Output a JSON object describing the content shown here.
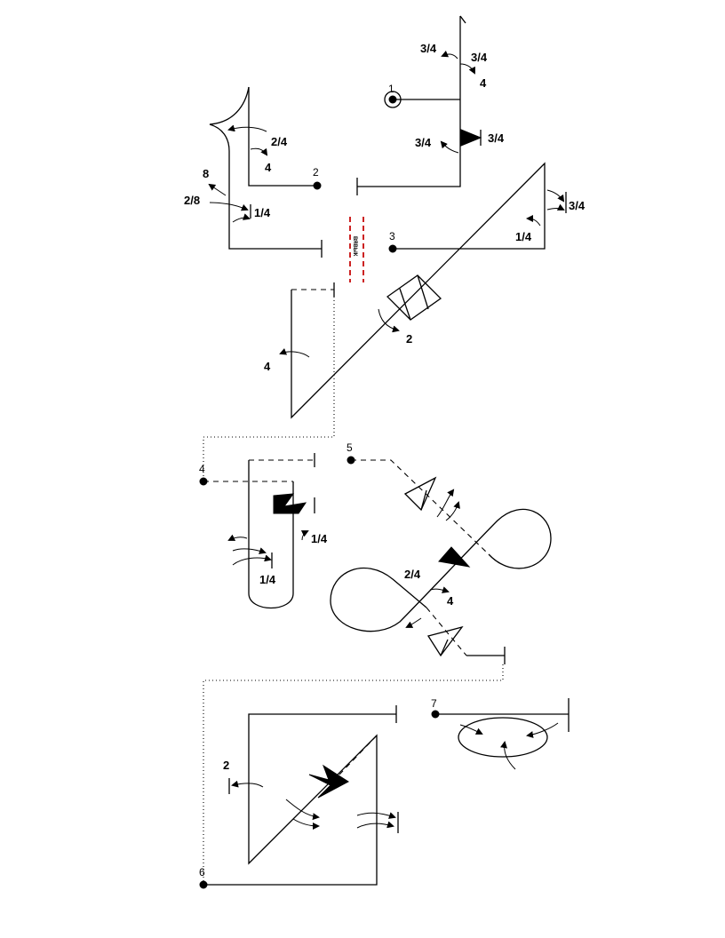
{
  "diagram": {
    "nodes": [
      "1",
      "2",
      "3",
      "4",
      "5",
      "6",
      "7"
    ],
    "warning_label": "ВЯВЫК",
    "labels": {
      "a": "3/4",
      "b": "3/4",
      "c": "4",
      "d": "3/4",
      "e": "3/4",
      "f": "2/4",
      "g": "4",
      "h": "8",
      "i": "2/8",
      "j": "1/4",
      "k": "3/4",
      "l": "1/4",
      "m": "2",
      "n": "4",
      "o": "1/4",
      "p": "1/4",
      "q": "2/4",
      "r": "4",
      "s": "2"
    }
  }
}
